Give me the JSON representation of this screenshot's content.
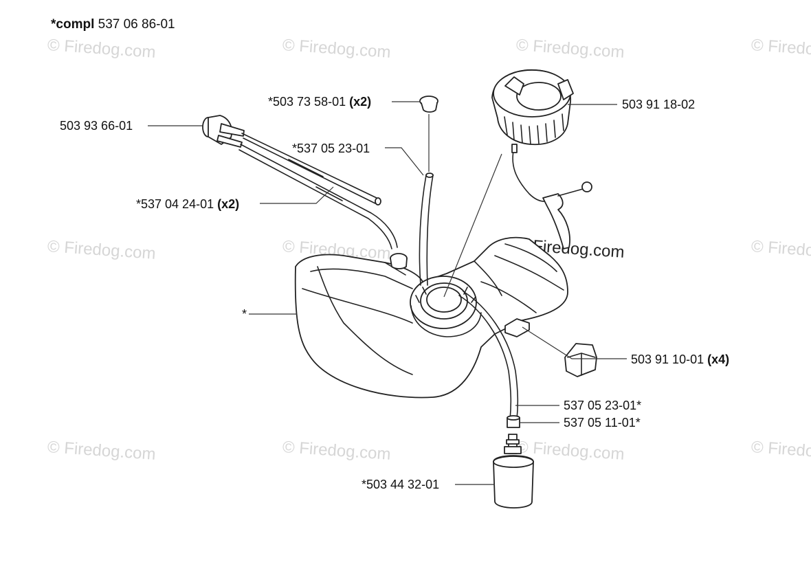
{
  "title": {
    "bold": "*compl",
    "text": " 537 06 86-01"
  },
  "watermark_text": "© Firedog.com",
  "labels": {
    "grommet": {
      "text": "*503 73 58-01 ",
      "qty": "(x2)"
    },
    "fuel_cap": {
      "text": "503 91 18-02"
    },
    "primer": {
      "text": "503 93 66-01"
    },
    "hose_upper": {
      "text": "*537 05 23-01"
    },
    "hose_pair": {
      "text": "*537 04 24-01 ",
      "qty": "(x2)"
    },
    "tank": {
      "text": "*"
    },
    "damper": {
      "text": "503 91 10-01 ",
      "qty": "(x4)"
    },
    "fuel_hose": {
      "text": "537 05 23-01*"
    },
    "ring": {
      "text": "537 05 11-01*"
    },
    "filter": {
      "text": "*503 44 32-01"
    }
  },
  "colors": {
    "line": "#333333",
    "watermark": "#d6d6d6"
  }
}
